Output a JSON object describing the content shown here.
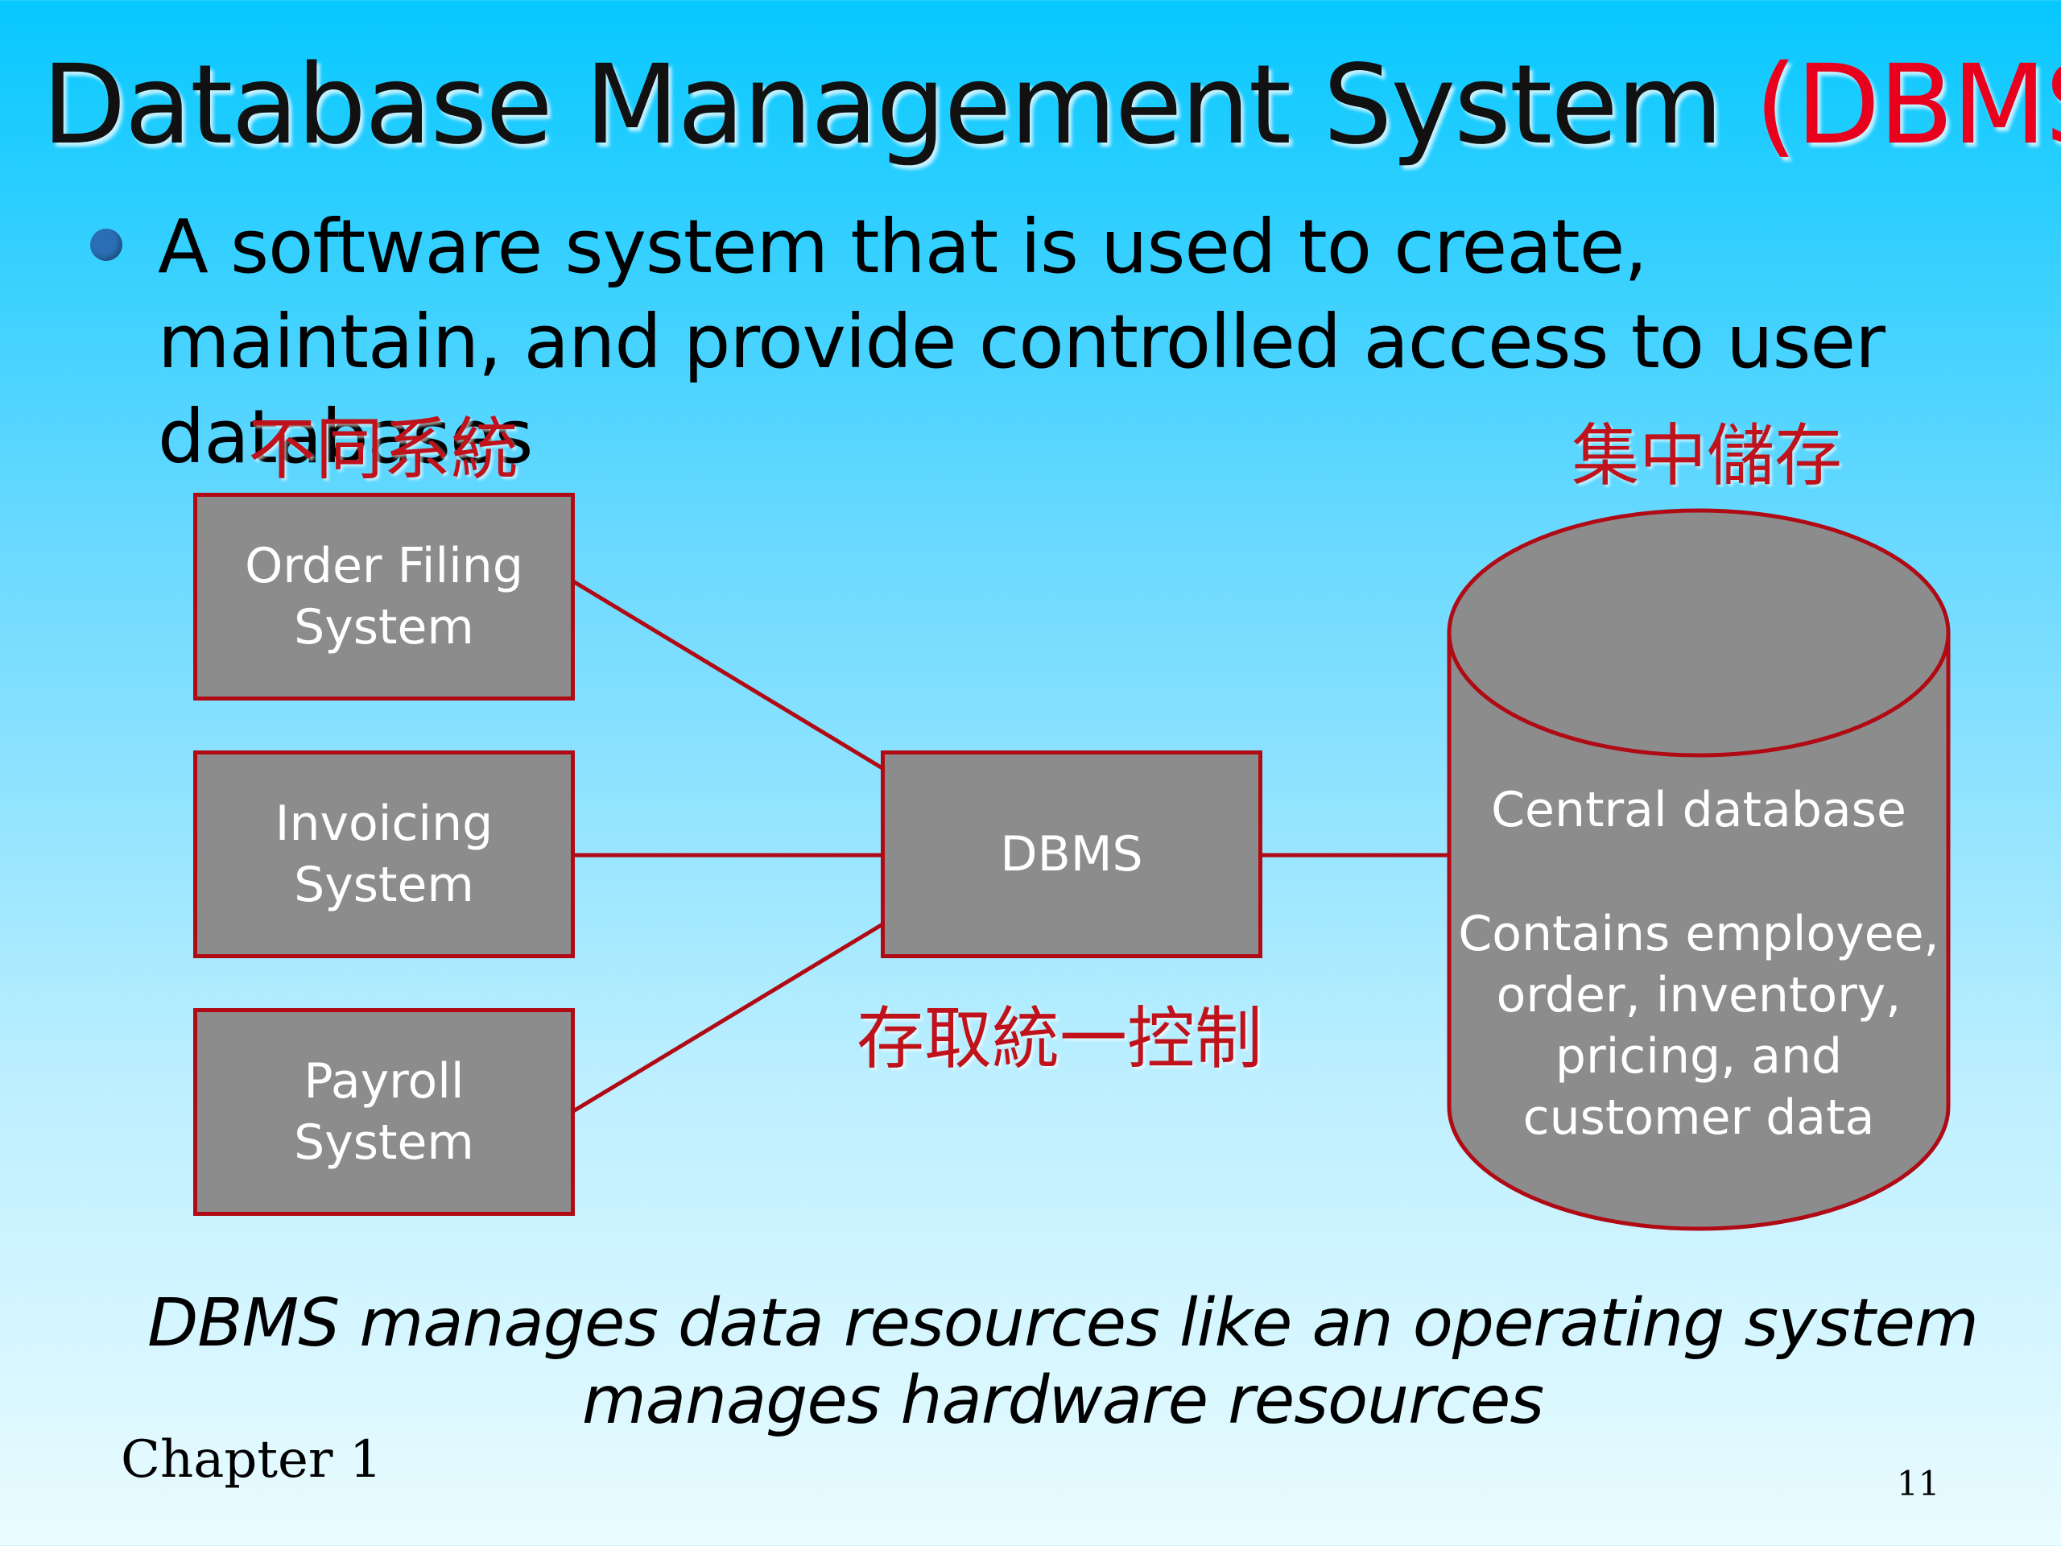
{
  "slide": {
    "title_main": "Database Management System ",
    "title_accent": "(DBMS)",
    "bullet_text": "A software system that is used to create, maintain, and provide controlled access to user databases",
    "caption_line1": "DBMS manages data resources like an operating system",
    "caption_line2": "manages hardware resources",
    "footer_chapter": "Chapter 1",
    "page_number": "11"
  },
  "diagram": {
    "label_systems": "不同系統",
    "label_storage": "集中儲存",
    "label_control": "存取統一控制",
    "systems": [
      {
        "label": "Order Filing\nSystem"
      },
      {
        "label": "Invoicing\nSystem"
      },
      {
        "label": "Payroll\nSystem"
      }
    ],
    "dbms_label": "DBMS",
    "database_title": "Central database",
    "database_contents": "Contains employee,\norder, inventory,\npricing, and\ncustomer data"
  },
  "colors": {
    "accent_red": "#e8001c",
    "border_red": "#b00a14",
    "box_gray": "#8c8c8c"
  }
}
